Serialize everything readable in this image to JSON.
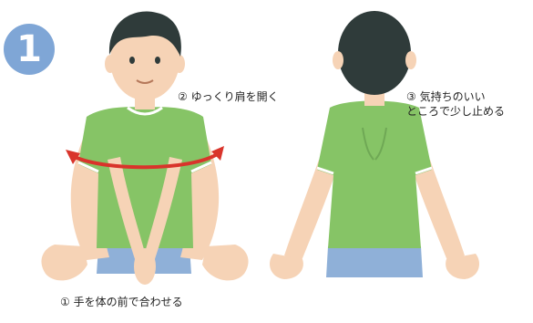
{
  "step": {
    "number": "1"
  },
  "captions": {
    "hands_together": "① 手を体の前で合わせる",
    "open_shoulders": "② ゆっくり肩を開く",
    "hold_line1": "③ 気持ちのいい",
    "hold_line2": "ところで少し止める"
  },
  "colors": {
    "badge": "#7fa6d6",
    "shirt": "#86c466",
    "skin": "#f6d3b6",
    "hair": "#2f3b3a",
    "pants": "#8fb0d8",
    "arrow": "#d9342b"
  }
}
